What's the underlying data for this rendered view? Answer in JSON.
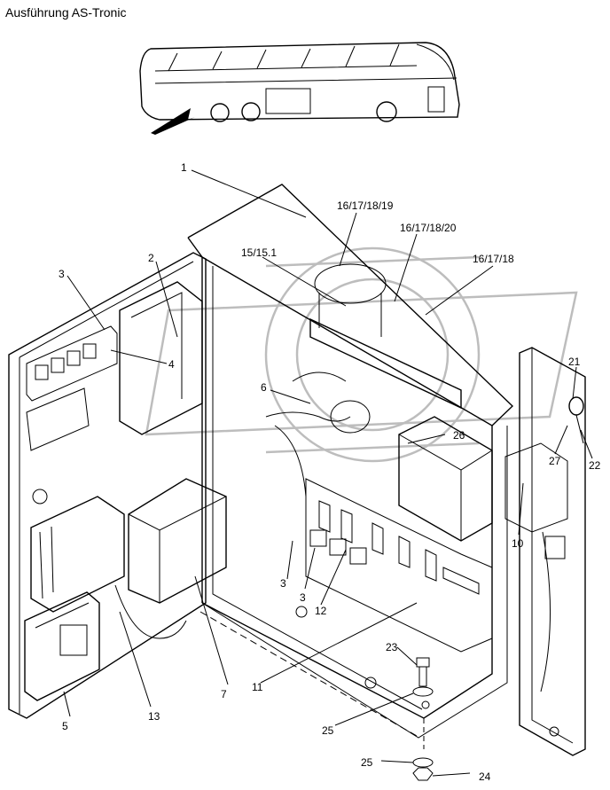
{
  "title": "Ausführung AS-Tronic",
  "callouts": [
    {
      "id": "c1",
      "text": "1"
    },
    {
      "id": "c2",
      "text": "2"
    },
    {
      "id": "c3a",
      "text": "3"
    },
    {
      "id": "c4",
      "text": "4"
    },
    {
      "id": "c16a",
      "text": "16/17/18/19"
    },
    {
      "id": "c16b",
      "text": "16/17/18/20"
    },
    {
      "id": "c15",
      "text": "15/15.1"
    },
    {
      "id": "c16c",
      "text": "16/17/18"
    },
    {
      "id": "c6",
      "text": "6"
    },
    {
      "id": "c21",
      "text": "21"
    },
    {
      "id": "c26",
      "text": "26"
    },
    {
      "id": "c27",
      "text": "27"
    },
    {
      "id": "c22",
      "text": "22"
    },
    {
      "id": "c10",
      "text": "10"
    },
    {
      "id": "c3b",
      "text": "3"
    },
    {
      "id": "c3c",
      "text": "3"
    },
    {
      "id": "c12",
      "text": "12"
    },
    {
      "id": "c7",
      "text": "7"
    },
    {
      "id": "c23",
      "text": "23"
    },
    {
      "id": "c11",
      "text": "11"
    },
    {
      "id": "c5",
      "text": "5"
    },
    {
      "id": "c13",
      "text": "13"
    },
    {
      "id": "c25a",
      "text": "25"
    },
    {
      "id": "c25b",
      "text": "25"
    },
    {
      "id": "c24",
      "text": "24"
    }
  ]
}
